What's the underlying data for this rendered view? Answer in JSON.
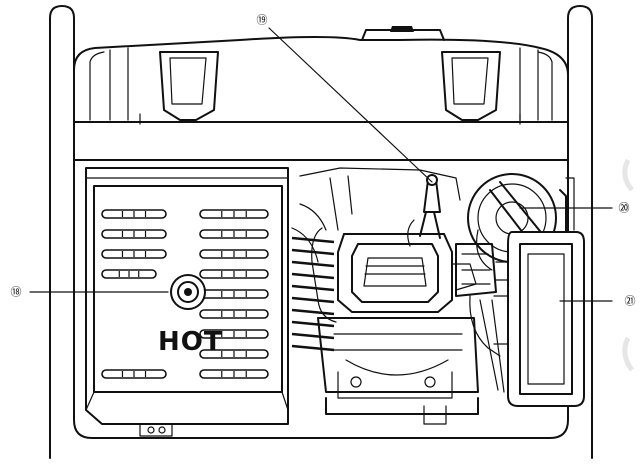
{
  "callouts": [
    {
      "id": "18",
      "label": "⑱"
    },
    {
      "id": "19",
      "label": "⑲"
    },
    {
      "id": "20",
      "label": "⑳"
    },
    {
      "id": "21",
      "label": "㉑"
    }
  ],
  "muffler_cover": {
    "warning_text": "HOT"
  }
}
